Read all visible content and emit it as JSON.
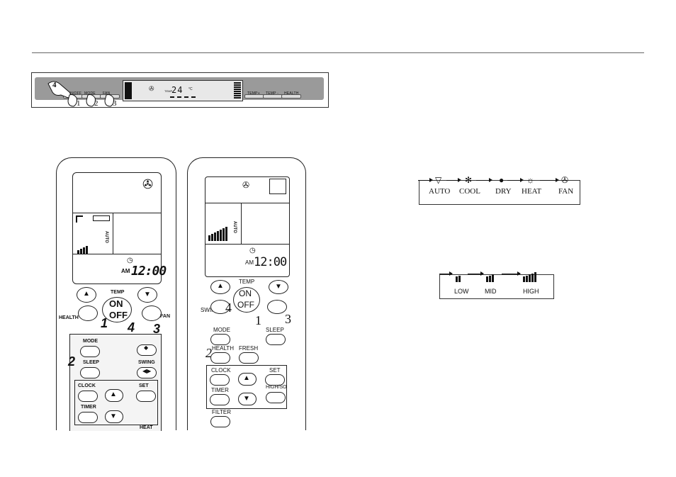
{
  "panel": {
    "onoff": "ON/OFF",
    "mode": "MODE",
    "fan": "FAN",
    "temp_label": "TEMP",
    "temp_value": "24",
    "temp_unit": "°C",
    "temp_up": "TEMP+",
    "temp_down": "TEMP -",
    "health": "HEALTH",
    "call_1": "1",
    "call_2": "2",
    "call_3": "3",
    "call_4": "4"
  },
  "remote_left": {
    "temp": "TEMP",
    "on": "ON",
    "off": "OFF",
    "health": "HEALTH",
    "fan": "FAN",
    "mode": "MODE",
    "sleep": "SLEEP",
    "swing": "SWING",
    "clock": "CLOCK",
    "set": "SET",
    "timer": "TIMER",
    "heat": "HEAT",
    "auto": "AUTO",
    "time": "12:00",
    "am": "AM",
    "hand_1": "1",
    "hand_2": "2",
    "hand_3": "3",
    "hand_4": "4"
  },
  "remote_right": {
    "temp": "TEMP",
    "on": "ON",
    "off": "OFF",
    "swing": "SWING",
    "mode": "MODE",
    "sleep": "SLEEP",
    "health": "HEALTH",
    "fresh": "FRESH",
    "clock": "CLOCK",
    "set": "SET",
    "timer": "TIMER",
    "highso": "HIGH/SO",
    "filter": "FILTER",
    "auto": "AUTO",
    "time": "12:00",
    "am": "AM",
    "hand_1": "1",
    "hand_2": "2",
    "hand_3": "3",
    "hand_4": "4"
  },
  "modes": {
    "items": [
      "AUTO",
      "COOL",
      "DRY",
      "HEAT",
      "FAN"
    ],
    "icons": [
      "auto-icon",
      "snowflake-icon",
      "drop-icon",
      "sun-icon",
      "fan-icon"
    ]
  },
  "fan_speeds": {
    "items": [
      "LOW",
      "MID",
      "HIGH"
    ],
    "levels": [
      2,
      3,
      5
    ]
  }
}
